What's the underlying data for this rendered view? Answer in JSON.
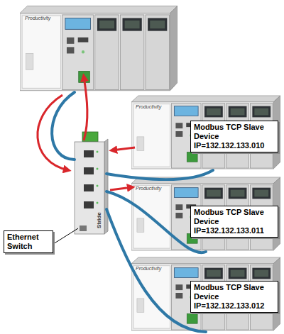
{
  "diagram": {
    "nodes": [
      {
        "text": [
          "Productivity"
        ]
      },
      {
        "text": [
          "Stride"
        ]
      },
      {
        "text": [
          "Productivity"
        ]
      },
      {
        "text": [
          "Modbus TCP Slave Device IP=132.132.133.010"
        ],
        "in": 2
      },
      {
        "text": [
          "Productivity"
        ]
      },
      {
        "text": [
          "Modbus TCP Slave Device IP=132.132.133.011"
        ],
        "in": 4
      },
      {
        "text": [
          "Productivity"
        ]
      },
      {
        "text": [
          "Modbus TCP Slave Device IP=132.132.133.012"
        ],
        "in": 6
      },
      {
        "text": [
          "Ethernet Switch"
        ]
      }
    ],
    "edges": [
      {
        "from": 0,
        "to": 1,
        "arrow": "none"
      },
      {
        "from": 1,
        "to": 2,
        "arrow": "none"
      },
      {
        "from": 1,
        "to": 4,
        "arrow": "none"
      },
      {
        "from": 1,
        "to": 6,
        "arrow": "none"
      }
    ]
  }
}
